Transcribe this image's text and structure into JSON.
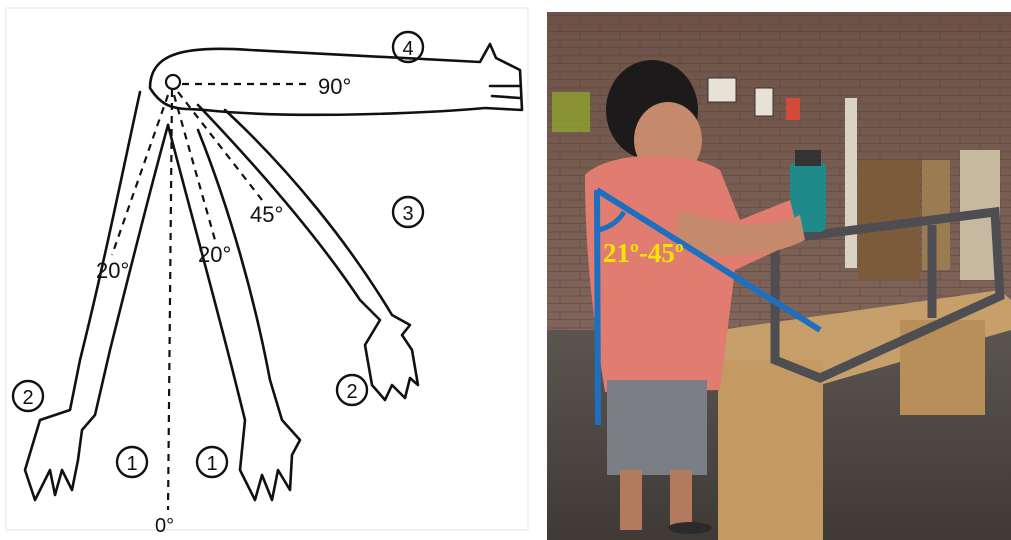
{
  "left_diagram": {
    "angle_labels": {
      "a90": "90°",
      "a45": "45°",
      "a20_left": "20°",
      "a20_mid": "20°",
      "a0": "0°"
    },
    "zone_labels": {
      "z1_left": "1",
      "z1_right": "1",
      "z2_left": "2",
      "z2_right": "2",
      "z3": "3",
      "z4": "4"
    }
  },
  "right_photo": {
    "angle_overlay_text": "21º-45º",
    "colors": {
      "overlay_line": "#1e6fc0",
      "overlay_text": "#f5e400"
    }
  }
}
